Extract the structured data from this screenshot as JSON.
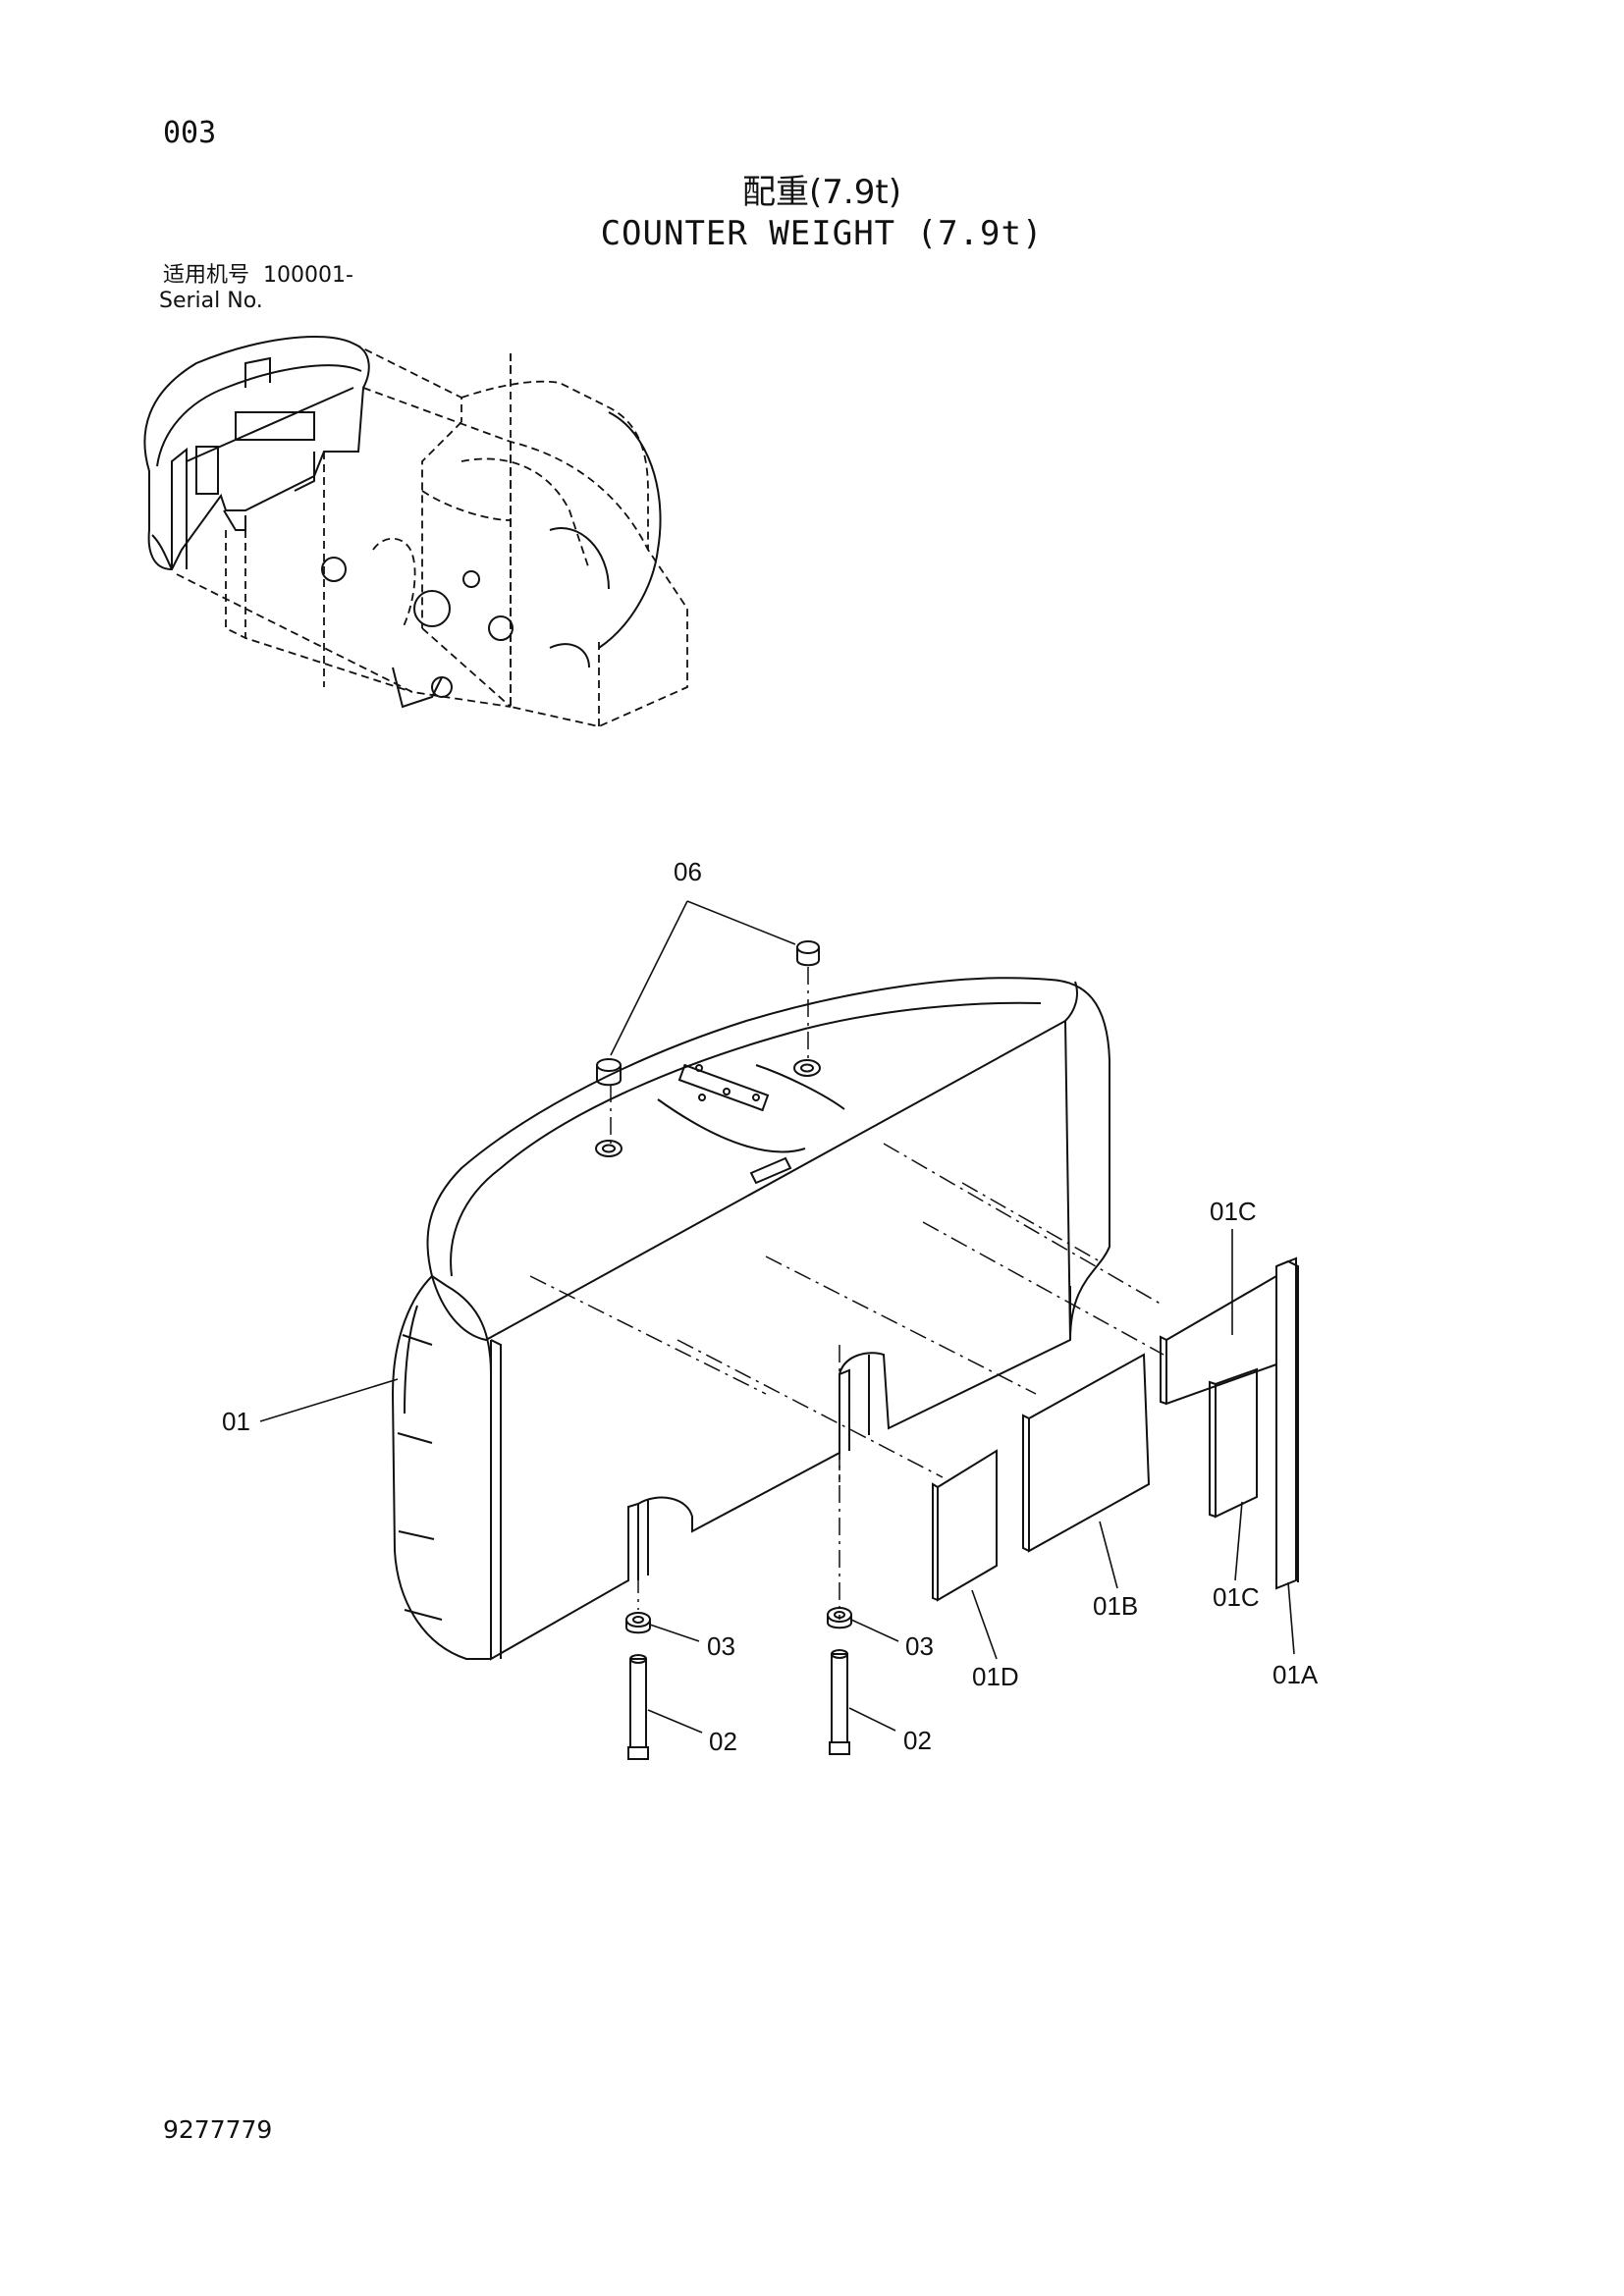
{
  "page_number": "003",
  "title_cn": "配重(7.9t)",
  "title_en": "COUNTER WEIGHT (7.9t)",
  "serial": {
    "cn_label": "适用机号",
    "range": "100001-",
    "en_label": "Serial No."
  },
  "callouts": {
    "p06": "06",
    "p01": "01",
    "p01C_top": "01C",
    "p01C_bottom": "01C",
    "p01A": "01A",
    "p01B": "01B",
    "p01D": "01D",
    "p03_left": "03",
    "p03_right": "03",
    "p02_left": "02",
    "p02_right": "02"
  },
  "doc_number": "9277779"
}
